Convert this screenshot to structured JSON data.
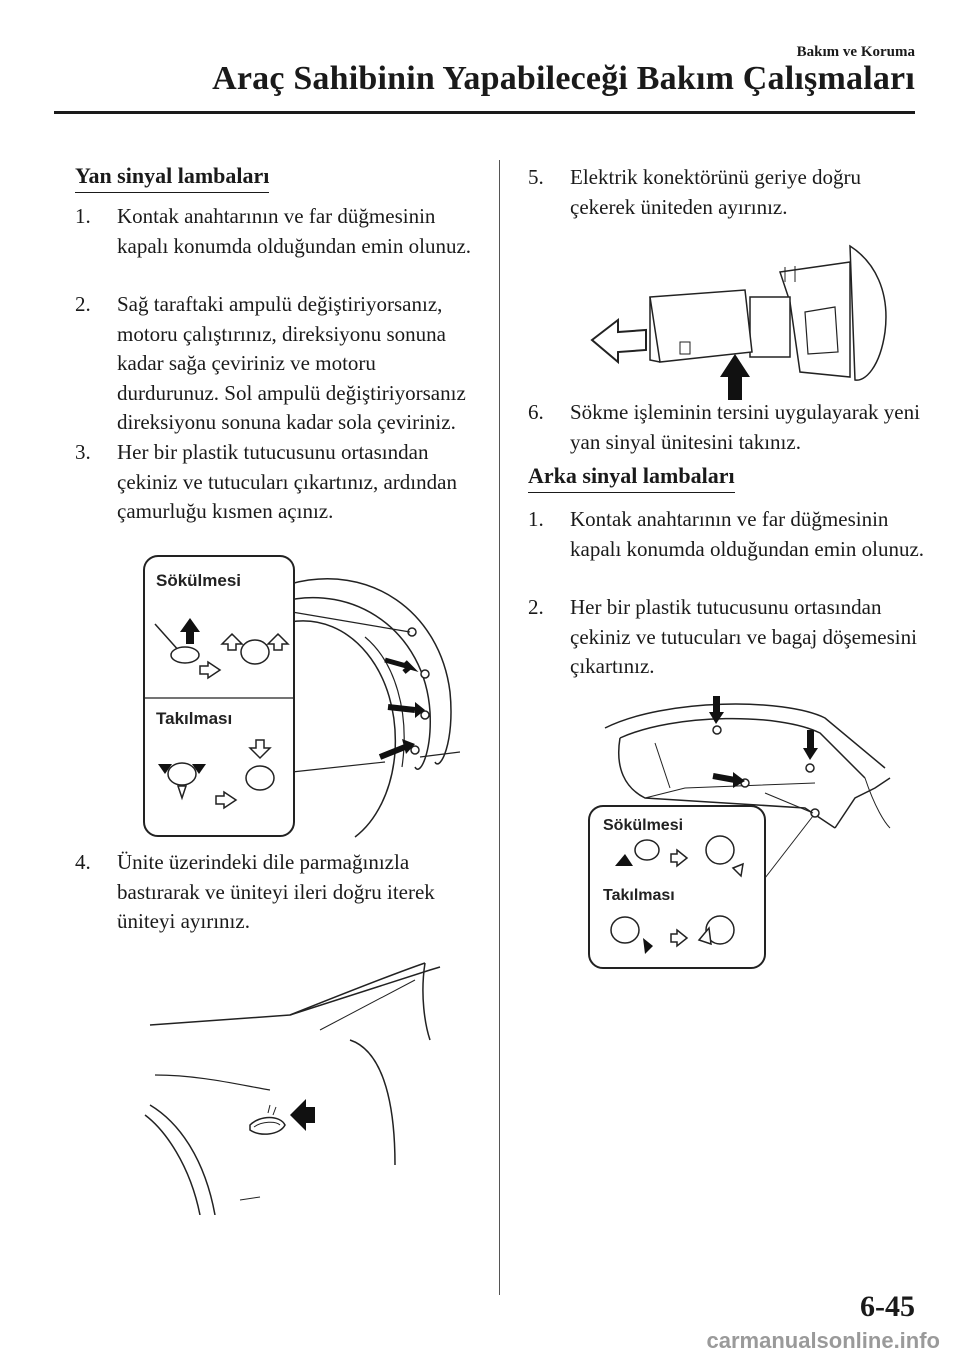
{
  "header": {
    "section": "Bakım ve Koruma",
    "title": "Araç Sahibinin Yapabileceği Bakım Çalışmaları"
  },
  "left": {
    "heading": "Yan sinyal lambaları",
    "steps": [
      {
        "num": "1.",
        "text": "Kontak anahtarının ve far düğmesinin kapalı konumda olduğundan emin olunuz."
      },
      {
        "num": "2.",
        "text": "Sağ taraftaki ampulü değiştiriyorsanız, motoru çalıştırınız, direksiyonu sonuna kadar sağa çeviriniz ve motoru durdurunuz. Sol ampulü değiştiriyorsanız direksiyonu sonuna kadar sola çeviriniz."
      },
      {
        "num": "3.",
        "text": "Her bir plastik tutucusunu ortasından çekiniz ve tutucuları çıkartınız, ardından çamurluğu kısmen açınız."
      },
      {
        "num": "4.",
        "text": "Ünite üzerindeki dile parmağınızla bastırarak ve üniteyi ileri doğru iterek üniteyi ayırınız."
      }
    ],
    "fig1": {
      "removal_label": "Sökülmesi",
      "install_label": "Takılması"
    }
  },
  "right": {
    "steps_top": [
      {
        "num": "5.",
        "text": "Elektrik konektörünü geriye doğru çekerek üniteden ayırınız."
      },
      {
        "num": "6.",
        "text": "Sökme işleminin tersini uygulayarak yeni yan sinyal ünitesini takınız."
      }
    ],
    "heading": "Arka sinyal lambaları",
    "steps_bottom": [
      {
        "num": "1.",
        "text": "Kontak anahtarının ve far düğmesinin kapalı konumda olduğundan emin olunuz."
      },
      {
        "num": "2.",
        "text": "Her bir plastik tutucusunu ortasından çekiniz ve tutucuları ve bagaj döşemesini çıkartınız."
      }
    ],
    "fig4": {
      "removal_label": "Sökülmesi",
      "install_label": "Takılması"
    }
  },
  "footer": {
    "page_number": "6-45",
    "watermark": "carmanualsonline.info"
  }
}
